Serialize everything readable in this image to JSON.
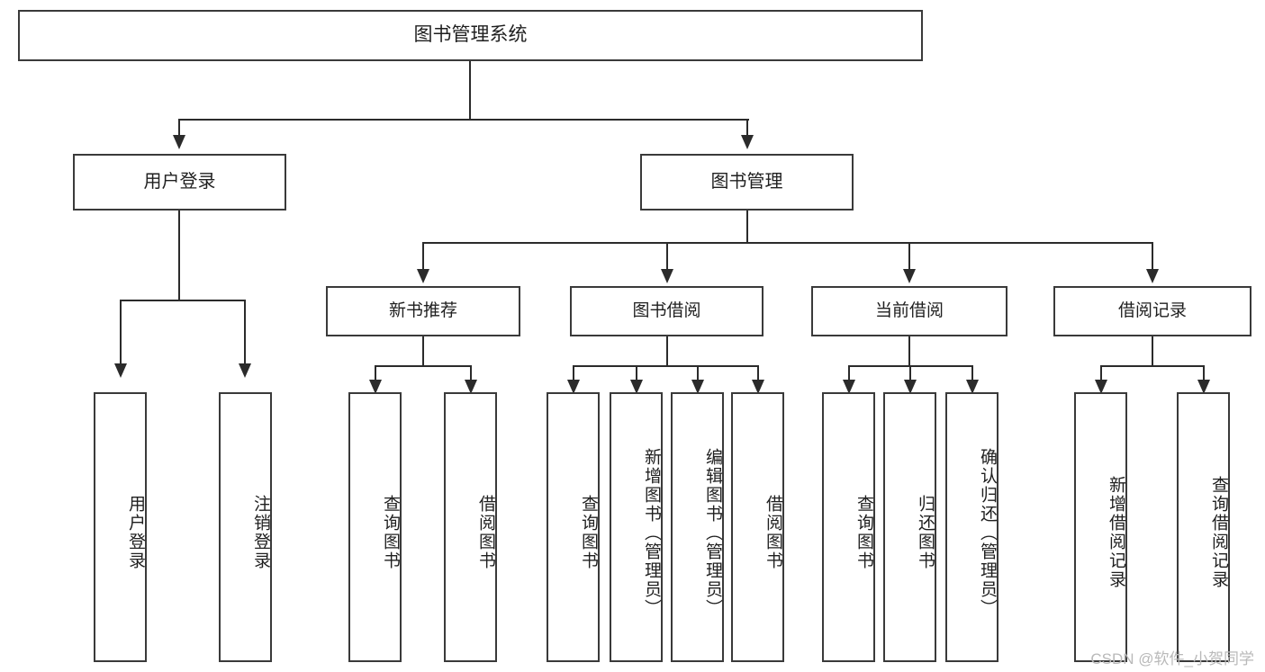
{
  "diagram": {
    "type": "tree",
    "title": "图书管理系统",
    "watermark": "CSDN @软件_小贺同学",
    "colors": {
      "box_border": "#3a3a3a",
      "connector": "#2b2b2b",
      "text": "#1f1f1f",
      "background": "#ffffff",
      "watermark": "#b9b9b9"
    },
    "root": {
      "label": "图书管理系统"
    },
    "level2": [
      {
        "label": "用户登录"
      },
      {
        "label": "图书管理"
      }
    ],
    "level3": [
      {
        "label": "新书推荐"
      },
      {
        "label": "图书借阅"
      },
      {
        "label": "当前借阅"
      },
      {
        "label": "借阅记录"
      }
    ],
    "leaves": {
      "user_login": [
        {
          "label": "用户登录"
        },
        {
          "label": "注销登录"
        }
      ],
      "new_book": [
        {
          "label": "查询图书"
        },
        {
          "label": "借阅图书"
        }
      ],
      "book_borrow": [
        {
          "label": "查询图书"
        },
        {
          "label": "新增图书（管理员）"
        },
        {
          "label": "编辑图书（管理员）"
        },
        {
          "label": "借阅图书"
        }
      ],
      "current_borrow": [
        {
          "label": "查询图书"
        },
        {
          "label": "归还图书"
        },
        {
          "label": "确认归还（管理员）"
        }
      ],
      "borrow_record": [
        {
          "label": "新增借阅记录"
        },
        {
          "label": "查询借阅记录"
        }
      ]
    }
  }
}
